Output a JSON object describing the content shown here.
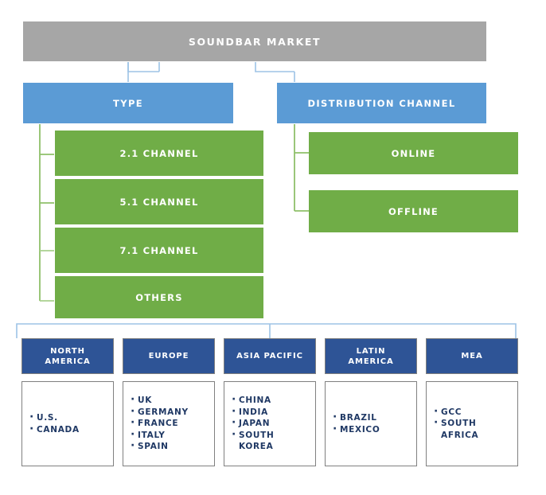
{
  "diagram": {
    "title": "Soundbar Market segmentation tree",
    "root": {
      "label": "SOUNDBAR MARKET"
    },
    "categories": [
      {
        "label": "TYPE"
      },
      {
        "label": "DISTRIBUTION CHANNEL"
      }
    ],
    "type_children": [
      {
        "label": "2.1 CHANNEL"
      },
      {
        "label": "5.1 CHANNEL"
      },
      {
        "label": "7.1 CHANNEL"
      },
      {
        "label": "OTHERS"
      }
    ],
    "channel_children": [
      {
        "label": "ONLINE"
      },
      {
        "label": "OFFLINE"
      }
    ],
    "regions": [
      {
        "label": "NORTH\nAMERICA",
        "countries": [
          "U.S.",
          "CANADA"
        ]
      },
      {
        "label": "EUROPE",
        "countries": [
          "UK",
          "GERMANY",
          "FRANCE",
          "ITALY",
          "SPAIN"
        ]
      },
      {
        "label": "ASIA PACIFIC",
        "countries": [
          "CHINA",
          "INDIA",
          "JAPAN",
          "SOUTH\nKOREA"
        ]
      },
      {
        "label": "LATIN\nAMERICA",
        "countries": [
          "BRAZIL",
          "MEXICO"
        ]
      },
      {
        "label": "MEA",
        "countries": [
          "GCC",
          "SOUTH\nAFRICA"
        ]
      }
    ],
    "colors": {
      "root": "#A6A6A6",
      "category": "#5B9BD5",
      "leaf": "#70AD47",
      "region_header": "#2E5496",
      "region_text": "#1F3864",
      "connector_blue": "#9DC3E6",
      "connector_green": "#A9D08E",
      "box_border": "#808080"
    }
  }
}
